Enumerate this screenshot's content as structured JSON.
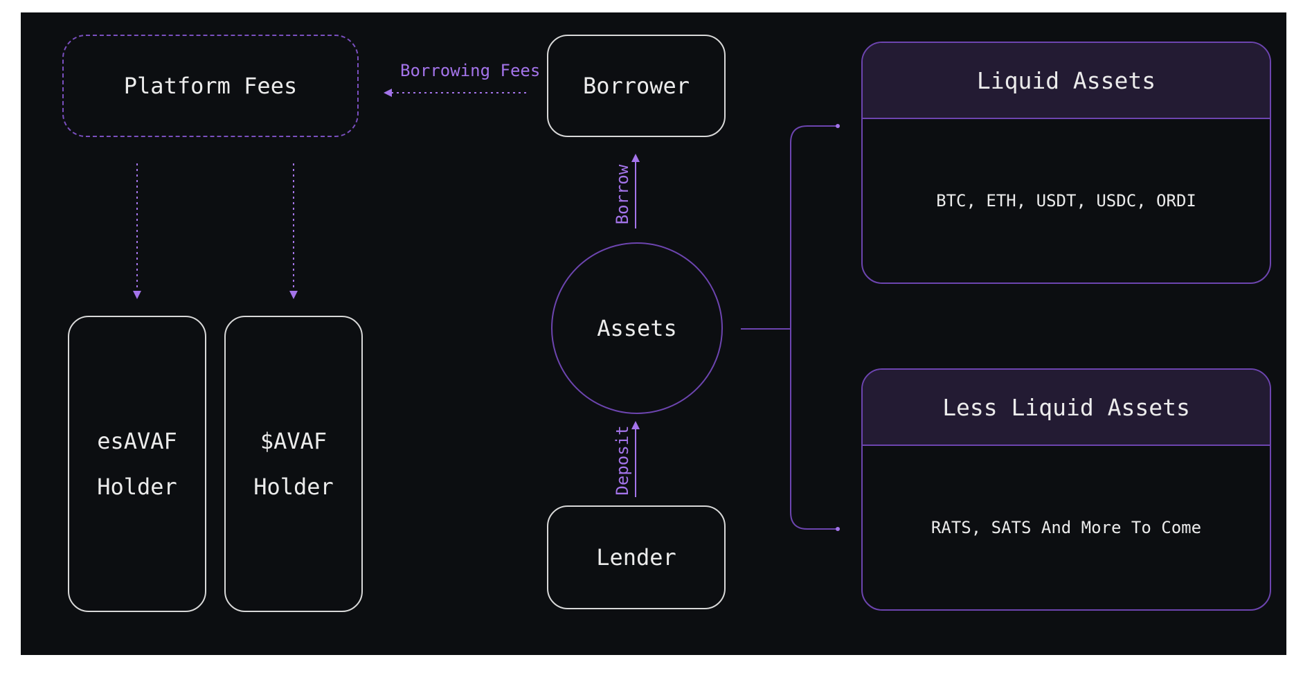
{
  "nodes": {
    "platform_fees": "Platform Fees",
    "borrower": "Borrower",
    "lender": "Lender",
    "assets": "Assets",
    "esavaf_holder": {
      "line1": "esAVAF",
      "line2": "Holder"
    },
    "savaf_holder": {
      "line1": "$AVAF",
      "line2": "Holder"
    }
  },
  "edges": {
    "borrowing_fees": "Borrowing Fees",
    "borrow": "Borrow",
    "deposit": "Deposit"
  },
  "panels": {
    "liquid": {
      "title": "Liquid Assets",
      "body": "BTC, ETH, USDT, USDC, ORDI"
    },
    "less_liquid": {
      "title": "Less Liquid Assets",
      "body": "RATS, SATS And More To Come"
    }
  },
  "colors": {
    "background": "#0c0e11",
    "node_border": "#d9d9d9",
    "accent": "#a474ea",
    "panel_border": "#6d45b0",
    "panel_header": "#231b33"
  }
}
